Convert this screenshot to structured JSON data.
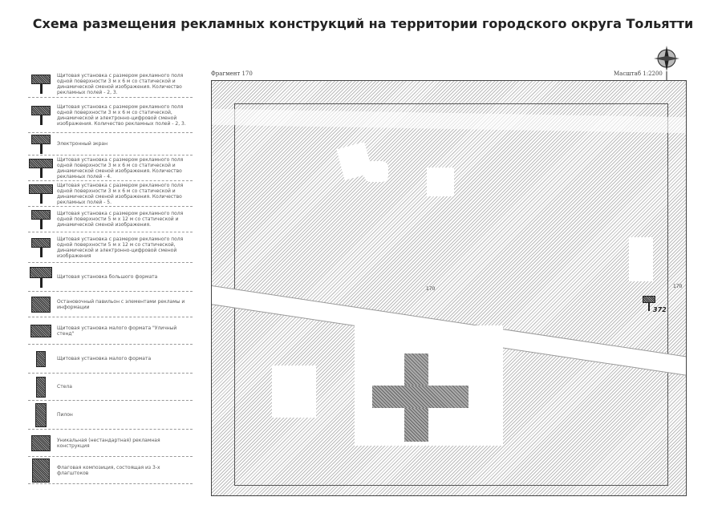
{
  "title": "Схема размещения рекламных конструкций на территории городского округа Тольятти",
  "map": {
    "fragment": "Фрагмент 170",
    "scale": "Масштаб 1:2200",
    "marker_label": "372",
    "label_170a": "170",
    "label_170b": "170",
    "label_371": "372"
  },
  "legend": [
    {
      "icon": "billboard-3x6-icon",
      "text": "Щитовая установка с размером рекламного поля одной поверхности 3 м х 6 м со статической и динамической сменой изображения. Количество рекламных полей - 2, 3."
    },
    {
      "icon": "billboard-3x6-digital-icon",
      "text": "Щитовая установка с размером рекламного поля одной поверхности 3 м х 6 м со статической, динамической и электронно-цифровой сменой изображения. Количество рекламных полей - 2, 3."
    },
    {
      "icon": "electronic-screen-icon",
      "text": "Электронный экран"
    },
    {
      "icon": "billboard-4-fields-icon",
      "text": "Щитовая установка с размером рекламного поля одной поверхности 3 м х 6 м со статической и динамической сменой изображения. Количество рекламных полей - 4."
    },
    {
      "icon": "billboard-5-fields-icon",
      "text": "Щитовая установка с размером рекламного поля одной поверхности 3 м х 6 м со статической и динамической сменой изображения. Количество рекламных полей - 5."
    },
    {
      "icon": "billboard-5x12-icon",
      "text": "Щитовая установка с размером рекламного поля одной поверхности 5 м х 12 м со статической и динамической сменой изображения."
    },
    {
      "icon": "billboard-5x12-digital-icon",
      "text": "Щитовая установка с размером рекламного поля одной поверхности 5 м х 12 м со статической, динамической и электронно-цифровой сменой изображения"
    },
    {
      "icon": "large-billboard-icon",
      "text": "Щитовая установка большого формата"
    },
    {
      "icon": "bus-stop-icon",
      "text": "Остановочный павильон с элементами рекламы и информации"
    },
    {
      "icon": "info-stand-icon",
      "text": "Щитовая установка малого формата \"Уличный стенд\""
    },
    {
      "icon": "small-billboard-icon",
      "text": "Щитовая установка малого формата"
    },
    {
      "icon": "stele-icon",
      "text": "Стела"
    },
    {
      "icon": "pylon-icon",
      "text": "Пилон"
    },
    {
      "icon": "unique-construction-icon",
      "text": "Уникальная (нестандартная) рекламная конструкция"
    },
    {
      "icon": "flag-composition-icon",
      "text": "Флаговая композиция, состоящая из 3-х флагштоков"
    }
  ],
  "colors": {
    "hatch": "#999999",
    "marker": "#555555"
  }
}
